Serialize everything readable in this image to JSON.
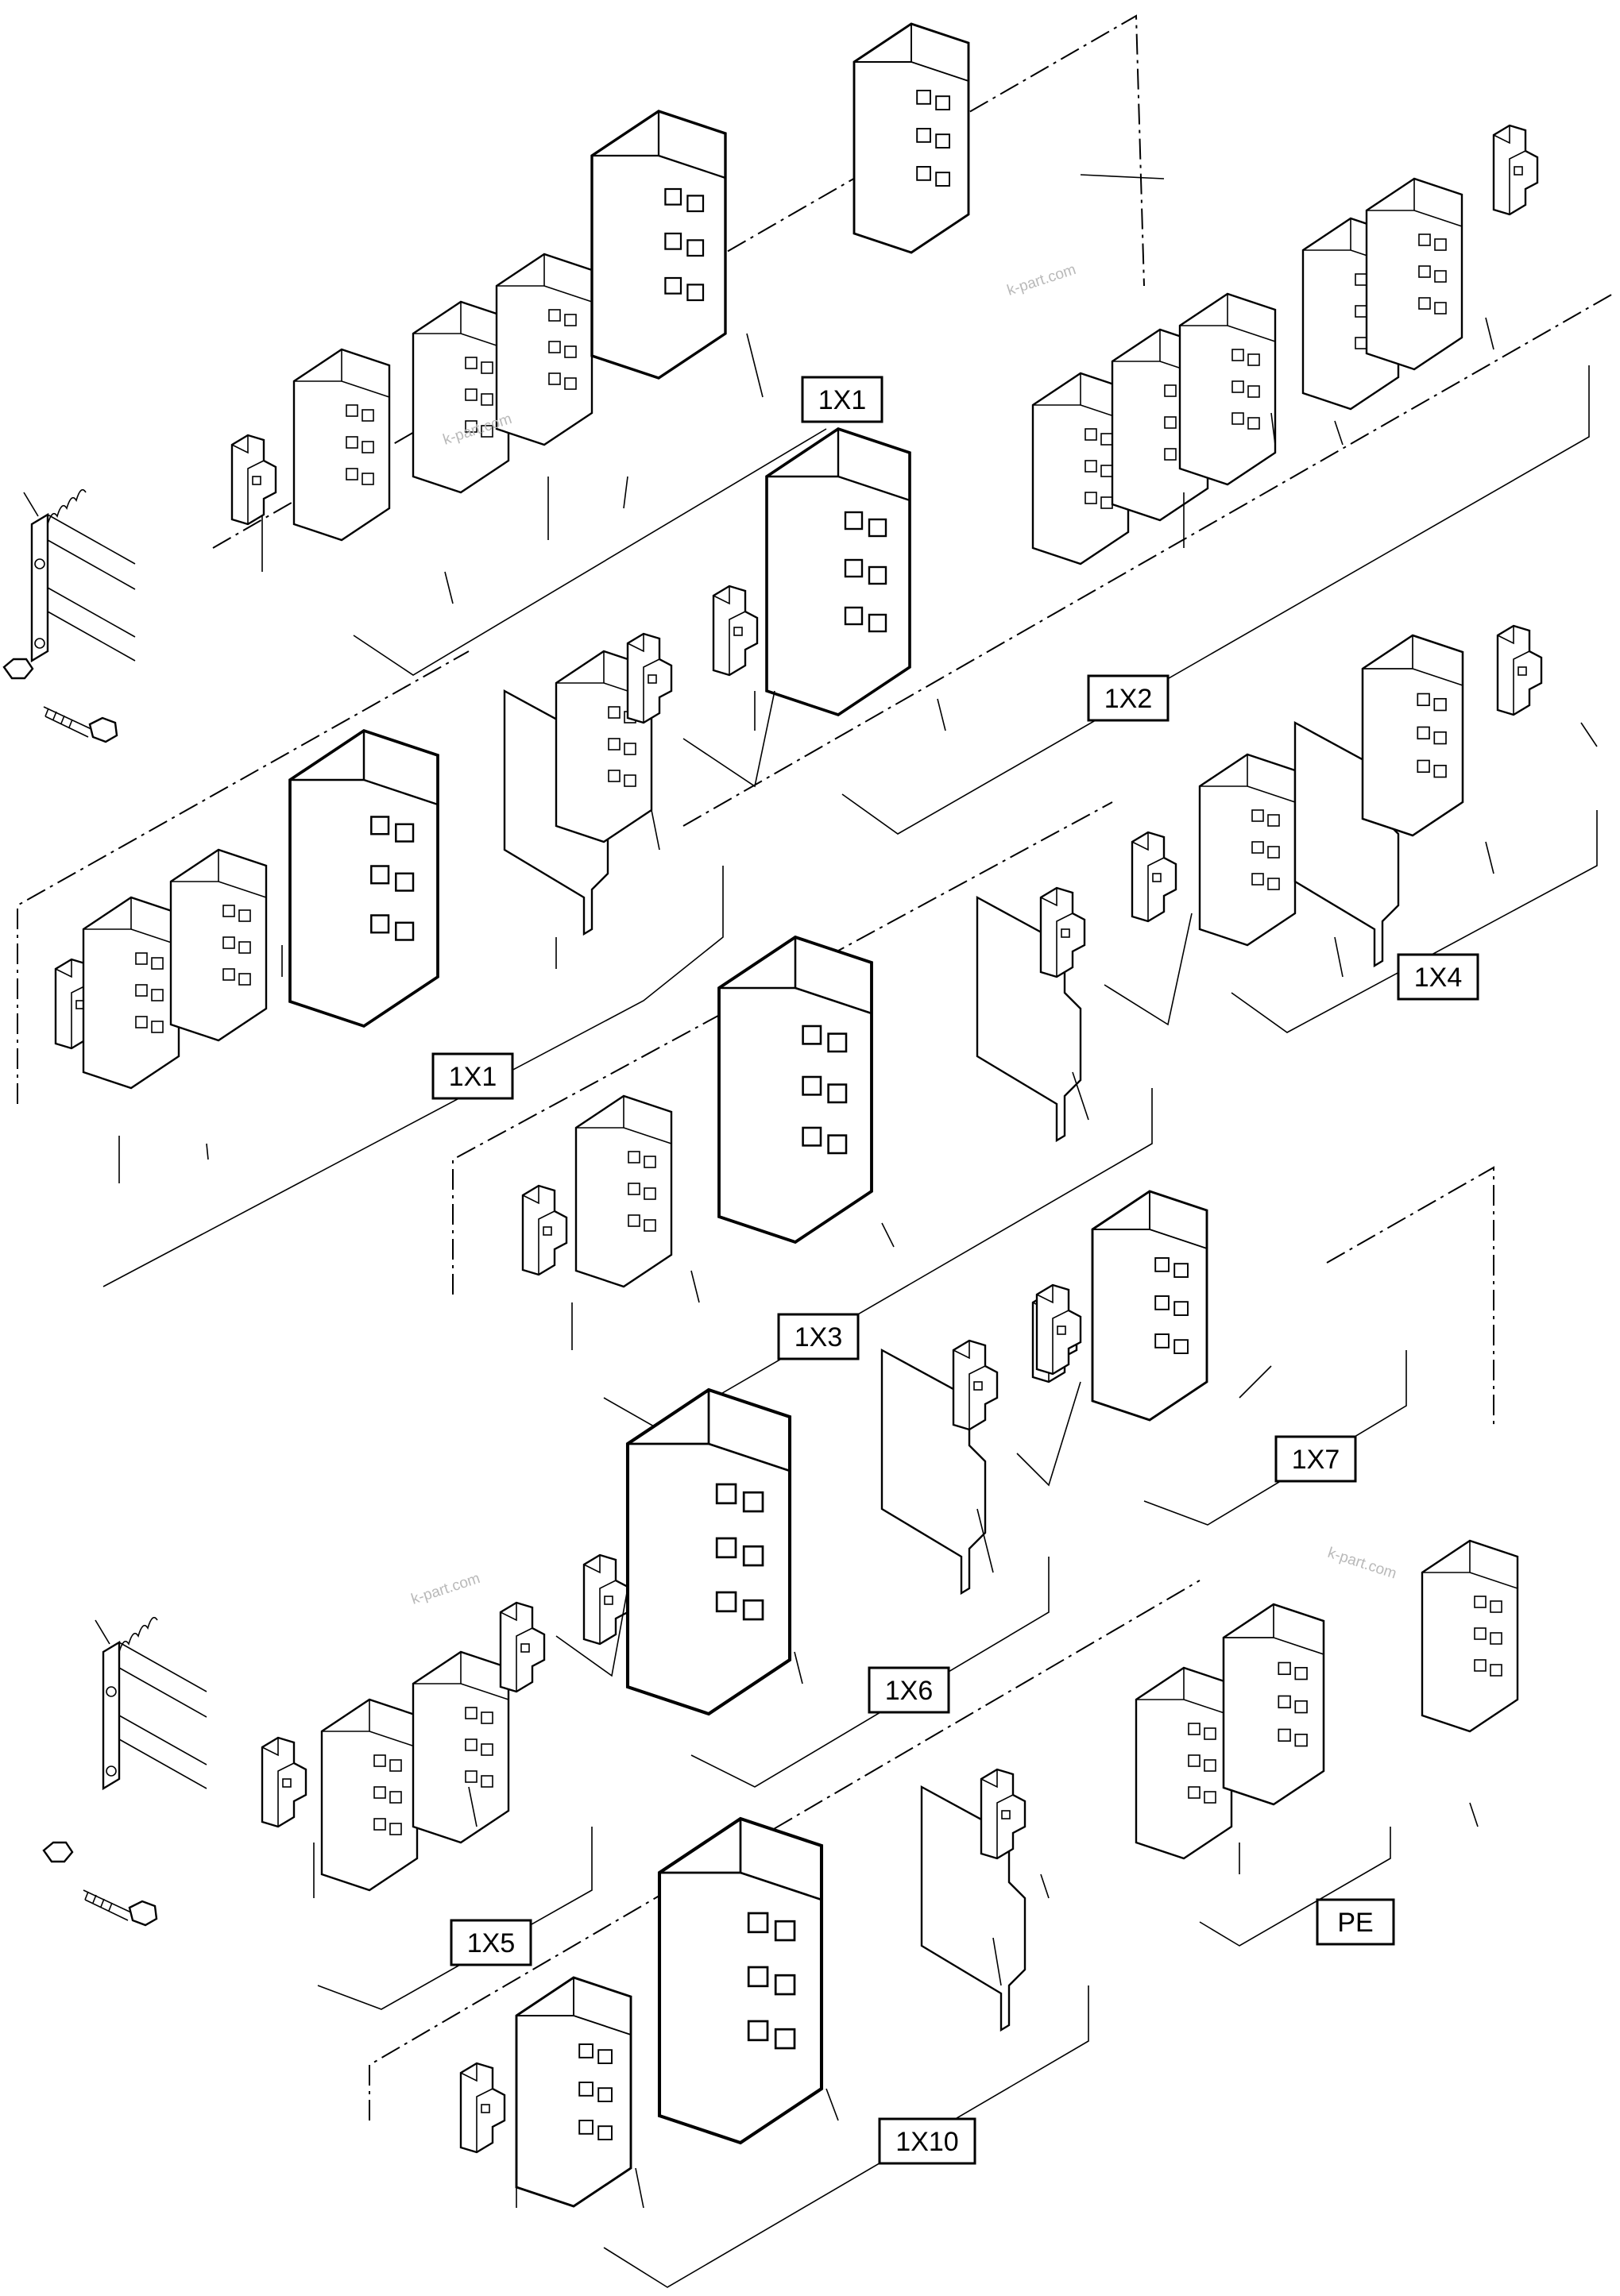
{
  "diagram": {
    "group_labels": [
      {
        "id": "g1x1_top",
        "text": "1X1"
      },
      {
        "id": "g1x2",
        "text": "1X2"
      },
      {
        "id": "g1x1_mid",
        "text": "1X1"
      },
      {
        "id": "g1x4",
        "text": "1X4"
      },
      {
        "id": "g1x3",
        "text": "1X3"
      },
      {
        "id": "g1x7",
        "text": "1X7"
      },
      {
        "id": "g1x6",
        "text": "1X6"
      },
      {
        "id": "g1x5",
        "text": "1X5"
      },
      {
        "id": "gpe",
        "text": "PE"
      },
      {
        "id": "g1x10",
        "text": "1X10"
      }
    ],
    "watermarks": [
      "k-part.com",
      "k-part.com",
      "k-part.com",
      "k-part.com"
    ]
  }
}
